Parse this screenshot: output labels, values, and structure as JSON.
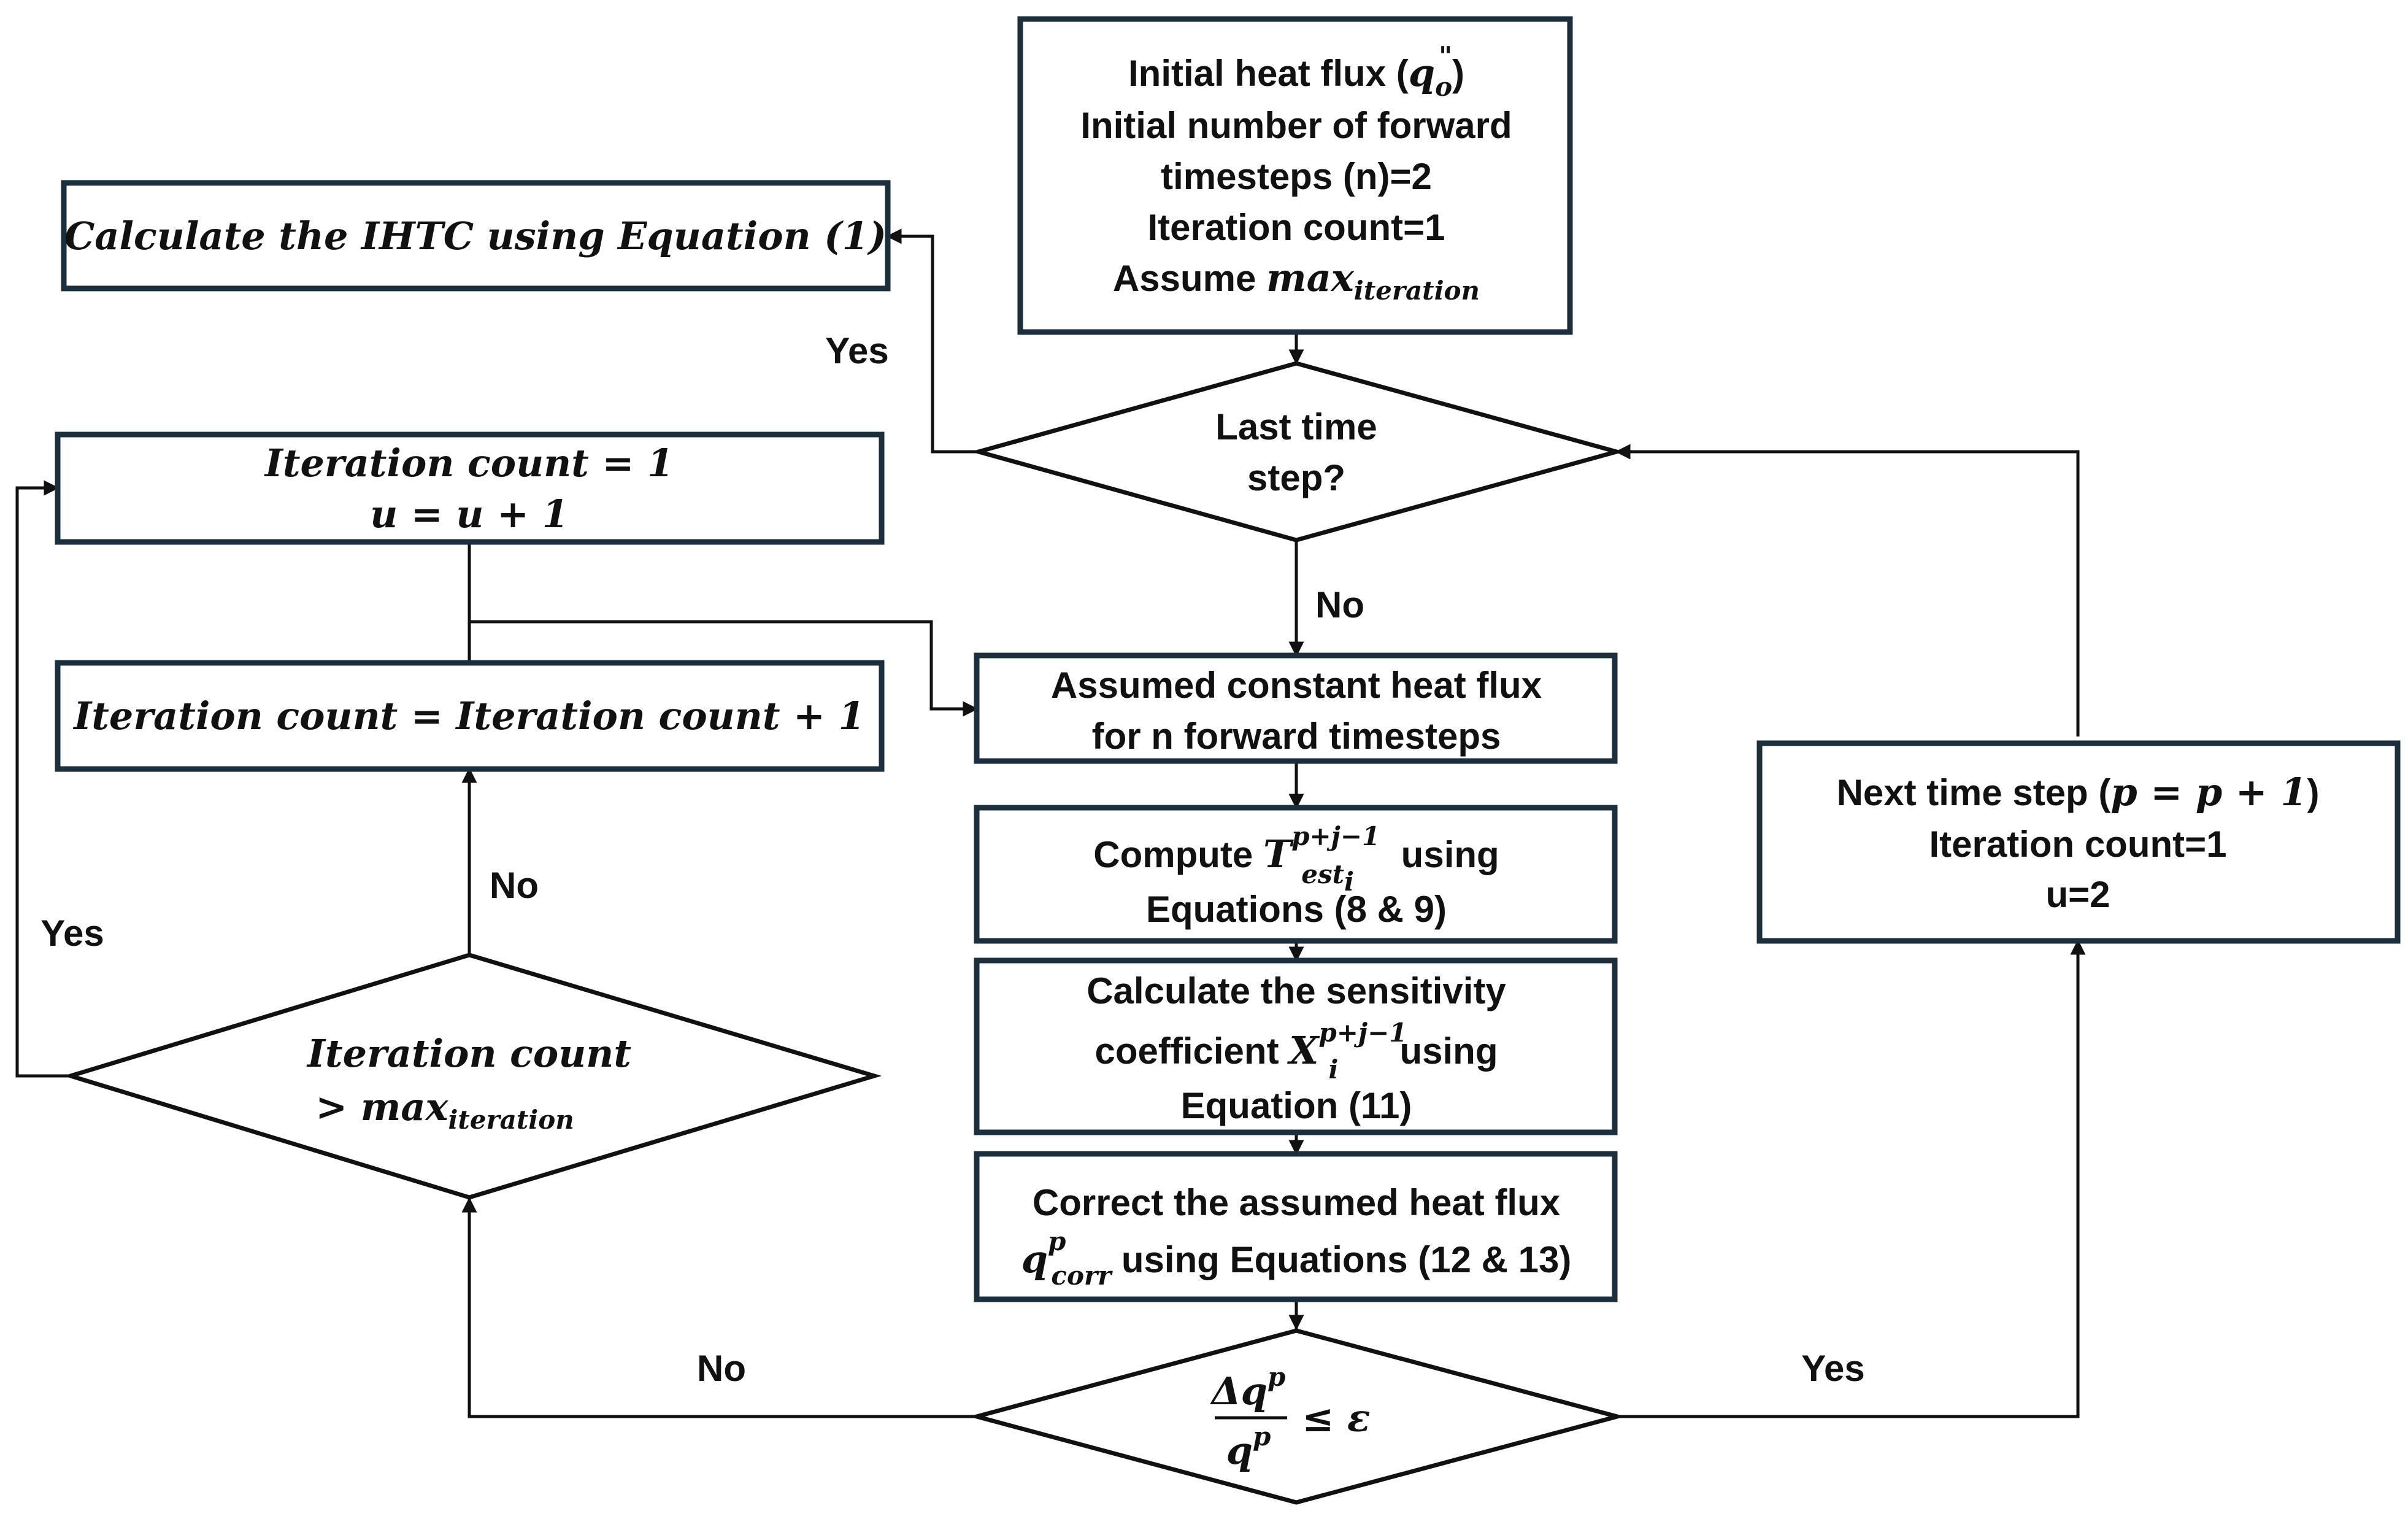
{
  "flowchart": {
    "start_box": {
      "line1_prefix": "Initial heat flux (",
      "line1_var": "q",
      "line1_sub": "o",
      "line1_sup": "\"",
      "line1_suffix": ")",
      "line2": "Initial number of forward",
      "line3": "timesteps (n)=2",
      "line4": "Iteration count=1",
      "line5_prefix": "Assume ",
      "line5_var": "max",
      "line5_sub": "iteration"
    },
    "ihtc_box": {
      "text": "Calculate the IHTC using Equation (1)"
    },
    "last_step_decision": {
      "line1": "Last time",
      "line2": "step?",
      "yes_label": "Yes",
      "no_label": "No"
    },
    "reset_box": {
      "line1": "Iteration count = 1",
      "line2": "u = u + 1"
    },
    "increment_box": {
      "text": "Iteration count = Iteration count + 1"
    },
    "assume_flux_box": {
      "line1": "Assumed constant heat flux",
      "line2": "for n forward timesteps"
    },
    "compute_box": {
      "line1_prefix": "Compute ",
      "line1_var": "T",
      "line1_sup": "p+j−1",
      "line1_sub": "est",
      "line1_subsub": "i",
      "line1_suffix": " using",
      "line2": "Equations (8 & 9)"
    },
    "sensitivity_box": {
      "line1": "Calculate the sensitivity",
      "line2_prefix": "coefficient ",
      "line2_var": "X",
      "line2_sup": "p+j−1",
      "line2_sub": "i",
      "line2_suffix": "using",
      "line3": "Equation (11)"
    },
    "correct_box": {
      "line1": "Correct the assumed heat flux",
      "line2_var": "q",
      "line2_sup": "p",
      "line2_sub": "corr",
      "line2_suffix": " using Equations (12 & 13)"
    },
    "next_step_box": {
      "line1_prefix": "Next time step (",
      "line1_expr": "p = p + 1",
      "line1_suffix": ")",
      "line2": "Iteration count=1",
      "line3": "u=2"
    },
    "iteration_decision": {
      "line1": "Iteration count",
      "line2_prefix": "> max",
      "line2_sub": "iteration",
      "yes_label": "Yes",
      "no_label": "No"
    },
    "convergence_decision": {
      "numerator": "Δq",
      "numerator_sup": "p",
      "denominator": "q",
      "denominator_sup": "p",
      "relation": "≤ ε",
      "yes_label": "Yes",
      "no_label": "No"
    }
  }
}
